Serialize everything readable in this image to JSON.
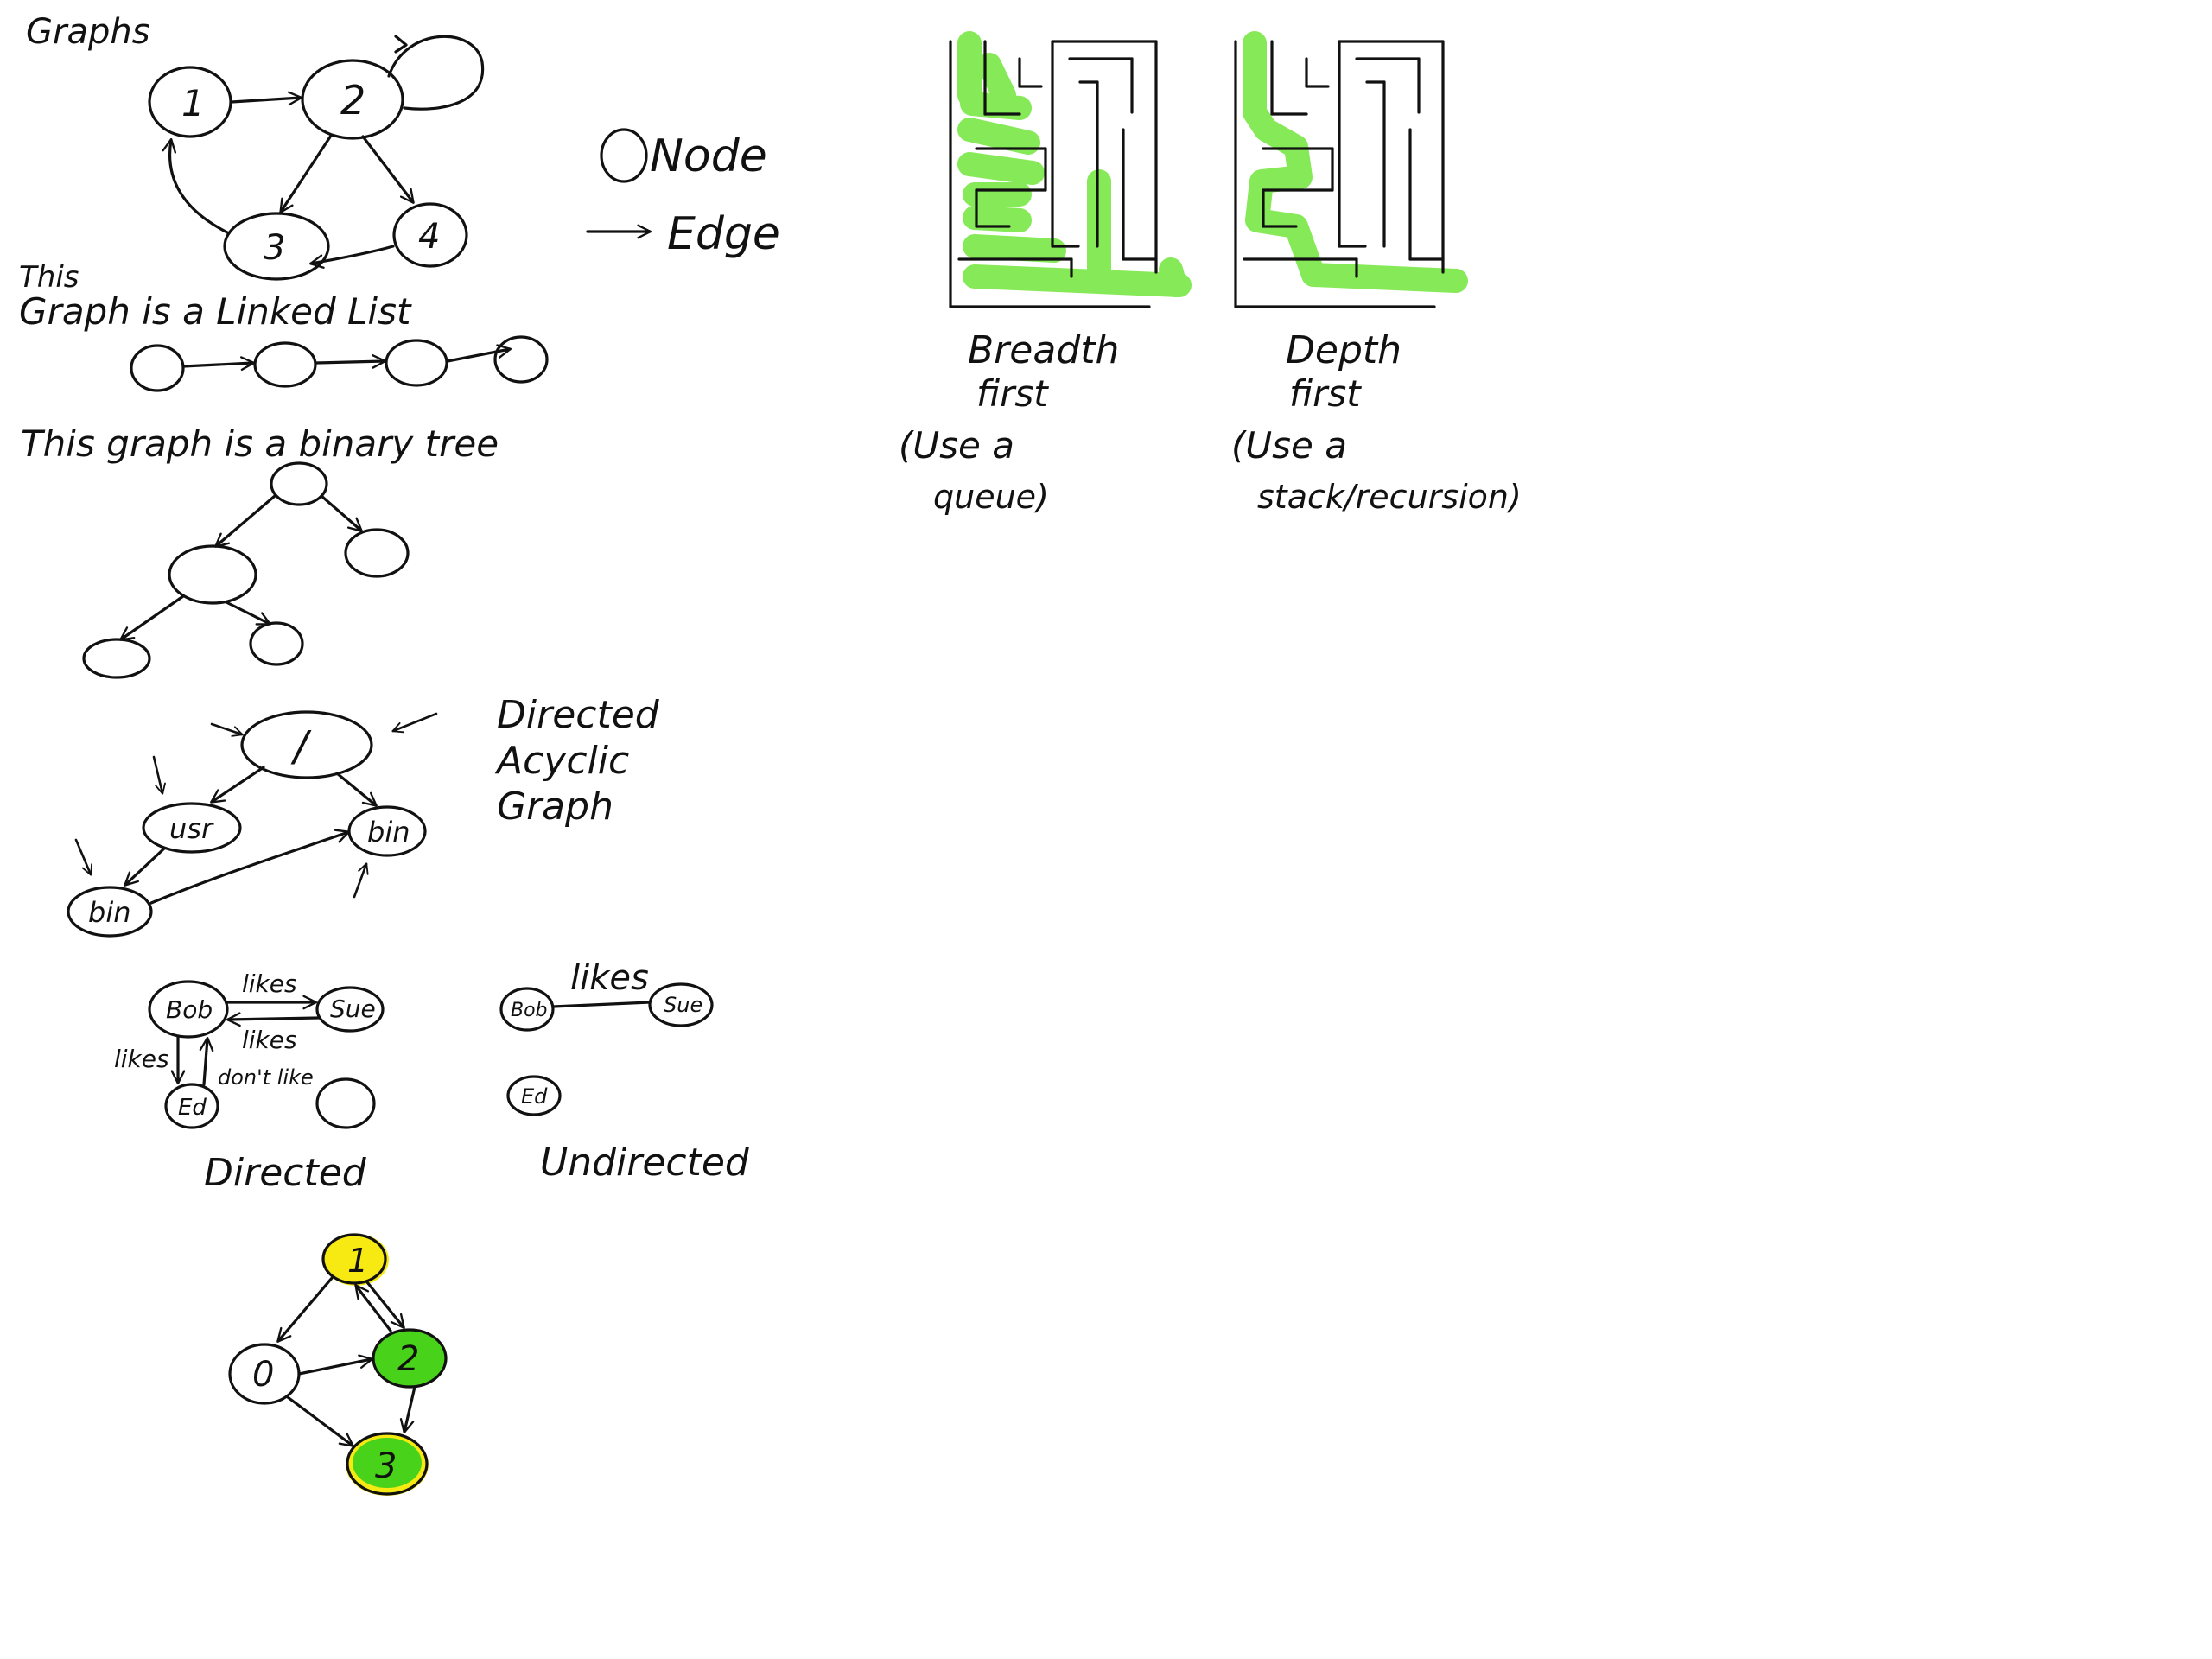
{
  "colors": {
    "ink": "#111111",
    "path_green": "#5ee21f",
    "node_yellow": "#f6ea12",
    "node_green": "#48d219"
  },
  "headings": {
    "graphs": "Graphs"
  },
  "legend": {
    "node": "Node",
    "edge": "Edge"
  },
  "graph1": {
    "nodes": [
      "1",
      "2",
      "3",
      "4"
    ]
  },
  "linked_list": {
    "caption_line1": "This",
    "caption_line2": "Graph is a Linked List"
  },
  "binary_tree": {
    "caption": "This graph is a binary tree"
  },
  "dag": {
    "nodes": {
      "root": "/",
      "usr": "usr",
      "bin_right": "bin",
      "bin_left": "bin"
    },
    "caption": [
      "Directed",
      "Acyclic",
      "Graph"
    ]
  },
  "directed_social": {
    "nodes": {
      "bob": "Bob",
      "sue": "Sue",
      "ed": "Ed"
    },
    "edges": {
      "bob_sue": "likes",
      "sue_bob": "likes",
      "bob_ed": "likes",
      "ed_bob": "don't like"
    },
    "caption": "Directed"
  },
  "undirected_social": {
    "nodes": {
      "bob": "Bob",
      "sue": "Sue",
      "ed": "Ed"
    },
    "edge": "likes",
    "caption": "Undirected"
  },
  "colored_graph": {
    "nodes": [
      "1",
      "0",
      "2",
      "3"
    ]
  },
  "maze_bfs": {
    "title_line1": "Breadth",
    "title_line2": "first",
    "note_line1": "(Use a",
    "note_line2": "queue)"
  },
  "maze_dfs": {
    "title_line1": "Depth",
    "title_line2": "first",
    "note_line1": "(Use a",
    "note_line2": "stack/recursion)"
  }
}
